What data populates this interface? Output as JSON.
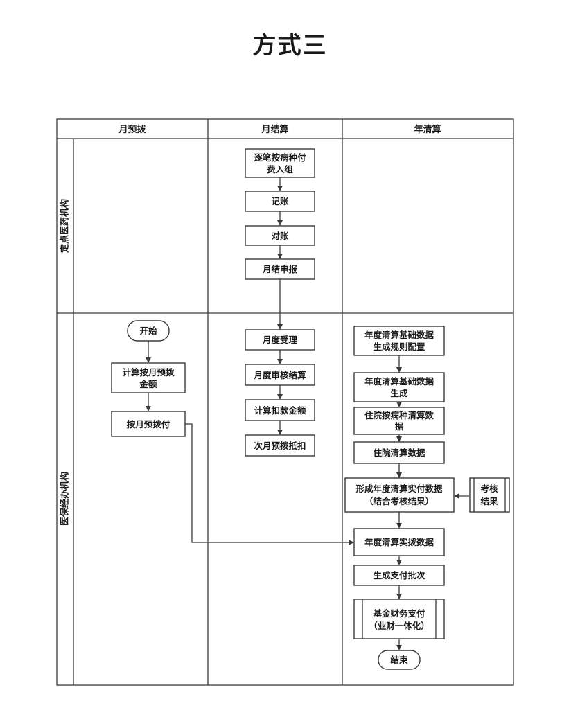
{
  "title": "方式三",
  "columns": {
    "monthly_prepay": "月预拨",
    "monthly_settle": "月结算",
    "annual_clearing": "年清算"
  },
  "lanes": {
    "designated_institution": "定点医药机构",
    "insurance_agency": "医保经办机构"
  },
  "nodes": {
    "per_case_grouping": [
      "逐笔按病种付",
      "费入组"
    ],
    "bookkeeping": [
      "记账"
    ],
    "reconciliation": [
      "对账"
    ],
    "monthly_declaration": [
      "月结申报"
    ],
    "start": [
      "开始"
    ],
    "calc_monthly_prepay": [
      "计算按月预拨",
      "金额"
    ],
    "monthly_prepay_pay": [
      "按月预拨付"
    ],
    "monthly_acceptance": [
      "月度受理"
    ],
    "monthly_review_settle": [
      "月度审核结算"
    ],
    "calc_deduction": [
      "计算扣款金额"
    ],
    "next_month_offset": [
      "次月预拨抵扣"
    ],
    "annual_base_rule_config": [
      "年度清算基础数据",
      "生成规则配置"
    ],
    "annual_base_generate": [
      "年度清算基础数据",
      "生成"
    ],
    "inpatient_case_clearing": [
      "住院按病种清算数",
      "据"
    ],
    "inpatient_clearing_data": [
      "住院清算数据"
    ],
    "form_annual_actual": [
      "形成年度清算实付数据",
      "（结合考核结果）"
    ],
    "assessment_result": [
      "考核",
      "结果"
    ],
    "annual_actual_allocation": [
      "年度清算实拨数据"
    ],
    "generate_payment_batch": [
      "生成支付批次"
    ],
    "fund_payment": [
      "基金财务支付",
      "（业财一体化）"
    ],
    "end": [
      "结束"
    ]
  }
}
